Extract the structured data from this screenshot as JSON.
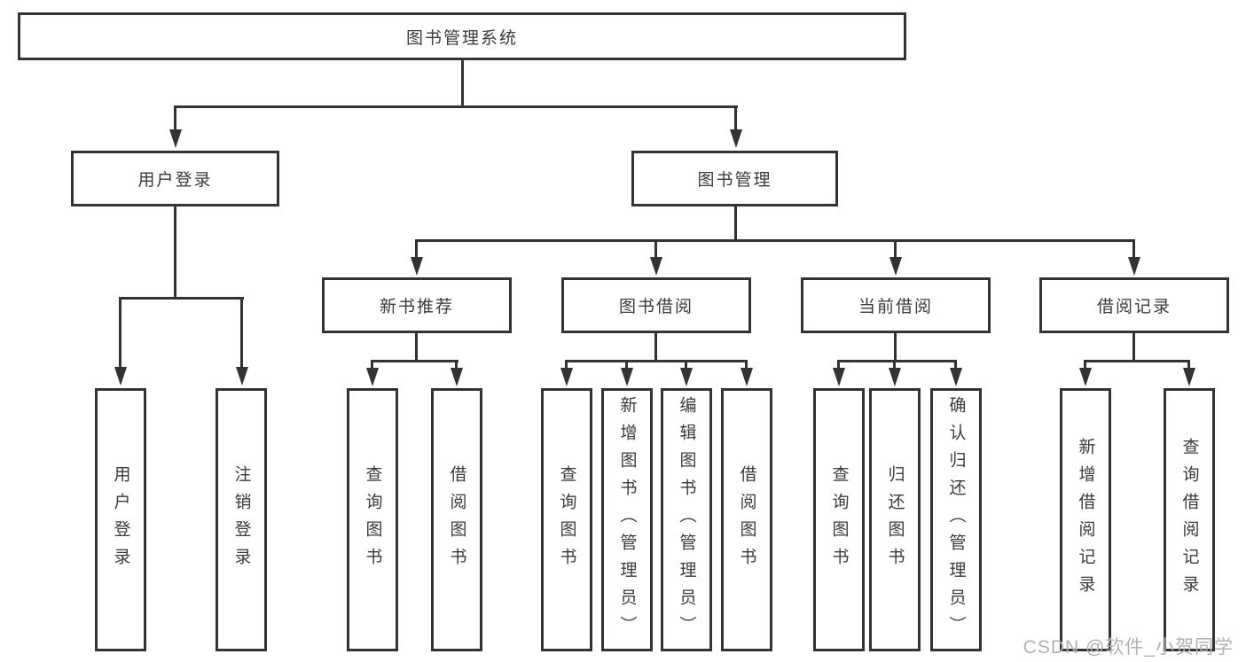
{
  "diagram": {
    "type": "hierarchy-tree",
    "title": "图书管理系统",
    "colors": {
      "line": "#333333",
      "border": "#333333",
      "text": "#3a3a3a",
      "node_fill": "#ffffff",
      "background": "#ffffff",
      "watermark": "#b0b0b0"
    },
    "nodes": {
      "root": {
        "label": "图书管理系统"
      },
      "userLogin": {
        "label": "用户登录"
      },
      "bookManagement": {
        "label": "图书管理"
      },
      "newBookRecommend": {
        "label": "新书推荐"
      },
      "bookBorrow": {
        "label": "图书借阅"
      },
      "currentBorrow": {
        "label": "当前借阅"
      },
      "borrowRecords": {
        "label": "借阅记录"
      },
      "leafUserLogin": {
        "label": "用户登录"
      },
      "leafLogout": {
        "label": "注销登录"
      },
      "leafQueryBook1": {
        "label": "查询图书"
      },
      "leafBorrowBook1": {
        "label": "借阅图书"
      },
      "leafQueryBook2": {
        "label": "查询图书"
      },
      "leafAddBook": {
        "label": "新增图书（管理员）"
      },
      "leafEditBook": {
        "label": "编辑图书（管理员）"
      },
      "leafBorrowBook2": {
        "label": "借阅图书"
      },
      "leafQueryBook3": {
        "label": "查询图书"
      },
      "leafReturnBook": {
        "label": "归还图书"
      },
      "leafConfirmReturn": {
        "label": "确认归还（管理员）"
      },
      "leafAddRecord": {
        "label": "新增借阅记录"
      },
      "leafQueryRecord": {
        "label": "查询借阅记录"
      }
    },
    "hierarchy": {
      "图书管理系统": {
        "用户登录": [
          "用户登录",
          "注销登录"
        ],
        "图书管理": {
          "新书推荐": [
            "查询图书",
            "借阅图书"
          ],
          "图书借阅": [
            "查询图书",
            "新增图书（管理员）",
            "编辑图书（管理员）",
            "借阅图书"
          ],
          "当前借阅": [
            "查询图书",
            "归还图书",
            "确认归还（管理员）"
          ],
          "借阅记录": [
            "新增借阅记录",
            "查询借阅记录"
          ]
        }
      }
    }
  },
  "watermark": {
    "text": "CSDN @软件_小贺同学"
  }
}
